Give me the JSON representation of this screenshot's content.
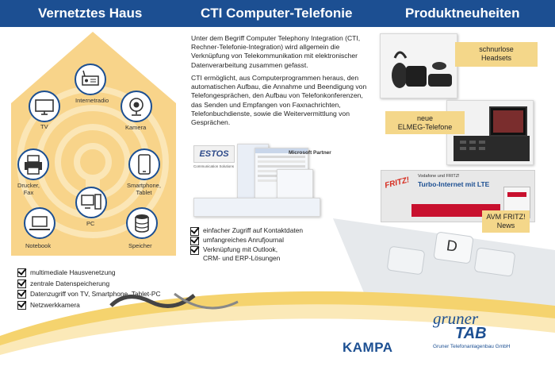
{
  "header": {
    "col1_title": "Vernetztes Haus",
    "col2_title": "CTI Computer-Telefonie",
    "col3_title": "Produktneuheiten"
  },
  "house": {
    "devices": [
      {
        "label": "Internetradio",
        "icon": "radio-icon"
      },
      {
        "label": "TV",
        "icon": "tv-icon"
      },
      {
        "label": "Kamera",
        "icon": "camera-icon"
      },
      {
        "label": "Drucker,\nFax",
        "icon": "printer-icon"
      },
      {
        "label": "Smartphone,\nTablet",
        "icon": "smartphone-icon"
      },
      {
        "label": "PC",
        "icon": "pc-icon"
      },
      {
        "label": "Notebook",
        "icon": "notebook-icon"
      },
      {
        "label": "Speicher",
        "icon": "storage-icon"
      }
    ],
    "colors": {
      "house": "#f8d48a",
      "ring": "#fbe6b6",
      "icon_border": "#1c4f92"
    }
  },
  "house_features": [
    "multimediale Hausvenetzung",
    "zentrale Datenspeicherung",
    "Datenzugriff von TV, Smartphone, Tablet-PC",
    "Netzwerkkamera"
  ],
  "cti": {
    "paragraph1": "Unter dem Begriff Computer Telephony Integration (CTI, Rechner-Telefonie-Integration) wird allgemein die Verknüpfung von Telekommunikation mit elektronischer Datenverarbeitung zusammen gefasst.",
    "paragraph2": "CTI ermöglicht, aus Computerprogrammen heraus, den automatischen Aufbau, die Annahme und Beendigung von Telefongesprächen, den Aufbau von Telefonkonferenzen, das Senden und Empfangen von Faxnachrichten, Telefonbuchdienste, sowie die Weitervermittlung von Gesprächen.",
    "estos_logo": "ESTOS",
    "estos_sub": "Communication Solutions",
    "ms_partner": "Microsoft Partner",
    "features": [
      "einfacher Zugriff auf Kontaktdaten",
      "umfangreiches Anrufjournal",
      "Verknüpfung mit Outlook,\nCRM- und ERP-Lösungen"
    ]
  },
  "products": [
    {
      "label": "schnurlose\nHeadsets"
    },
    {
      "label": "neue\nELMEG-Telefone"
    },
    {
      "label": "AVM FRITZ!\nNews"
    }
  ],
  "fritz_ad": {
    "logo": "FRITZ!",
    "small_title": "Vodafone und FRITZ!",
    "title": "Turbo-Internet mit LTE"
  },
  "keyboard_key": "D",
  "brands": {
    "kampa": "KAMPA",
    "gruner_line1": "gruner",
    "gruner_line2": "TAB",
    "gruner_sub": "Gruner Telefonanlagenbau GmbH"
  },
  "colors": {
    "header_bg": "#1c4f92",
    "accent_yellow": "#f4d78a",
    "text": "#222222"
  }
}
